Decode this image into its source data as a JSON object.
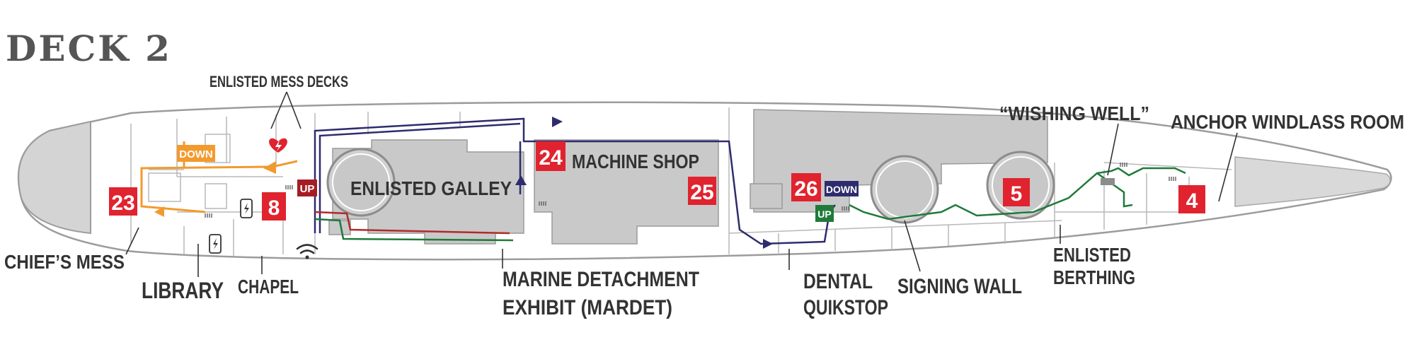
{
  "title": "DECK 2",
  "colors": {
    "marker_red": "#e0232e",
    "dark_red": "#a51d24",
    "navy": "#2e2c6e",
    "green": "#1f7a3b",
    "orange": "#f29a2e",
    "route_red": "#b22a2a",
    "hull": "#b5b5b5",
    "room": "#c9c9c9",
    "label": "#333333"
  },
  "labels": {
    "enlisted_mess_decks": "ENLISTED MESS DECKS",
    "enlisted_galley": "ENLISTED GALLEY",
    "machine_shop": "MACHINE SHOP",
    "wishing_well": "“WISHING WELL”",
    "anchor_windlass_room": "ANCHOR  WINDLASS ROOM",
    "chiefs_mess": "CHIEF’S MESS",
    "library": "LIBRARY",
    "chapel": "CHAPEL",
    "mardet_line1": "MARINE DETACHMENT",
    "mardet_line2": "EXHIBIT (MARDET)",
    "dental_line1": "DENTAL",
    "dental_line2": "QUIKSTOP",
    "signing_wall": "SIGNING WALL",
    "berthing_line1": "ENLISTED",
    "berthing_line2": "BERTHING"
  },
  "markers": {
    "m23": "23",
    "m8": "8",
    "m24": "24",
    "m25": "25",
    "m26": "26",
    "m5": "5",
    "m4": "4"
  },
  "stairs": {
    "down_orange": "DOWN",
    "up_red": "UP",
    "down_navy": "DOWN",
    "up_green": "UP"
  },
  "icons": [
    "aed-heart-icon",
    "charging-station-icon",
    "wifi-icon",
    "stairs-icon",
    "direction-arrow-icon"
  ]
}
